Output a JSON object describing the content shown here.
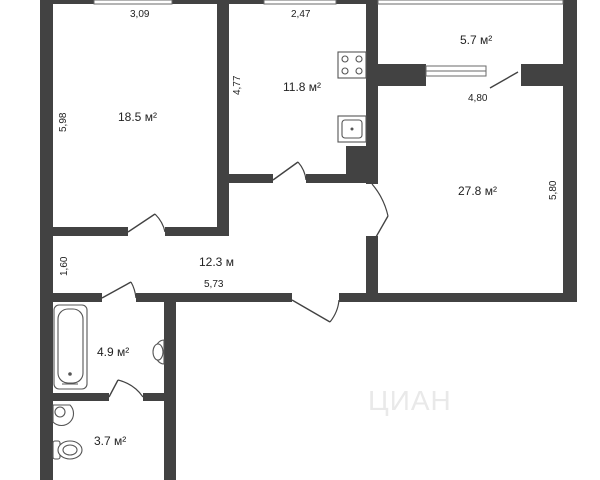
{
  "floor_plan": {
    "rooms": [
      {
        "id": "room-1",
        "area": "18.5 м²"
      },
      {
        "id": "kitchen",
        "area": "11.8 м²"
      },
      {
        "id": "loggia",
        "area": "5.7 м²"
      },
      {
        "id": "room-2",
        "area": "27.8 м²"
      },
      {
        "id": "hall",
        "area": "12.3 м"
      },
      {
        "id": "bathroom",
        "area": "4.9 м²"
      },
      {
        "id": "toilet",
        "area": "3.7 м²"
      }
    ],
    "dimensions": {
      "room1_width": "3,09",
      "room1_length": "5,98",
      "kitchen_width": "2,47",
      "kitchen_length": "4,77",
      "room2_width": "4,80",
      "room2_length": "5,80",
      "hall_depth": "1,60",
      "hall_length": "5,73"
    },
    "watermark": "ЦИАН"
  },
  "colors": {
    "wall": "#424242",
    "background": "#ffffff",
    "text": "#222222"
  }
}
